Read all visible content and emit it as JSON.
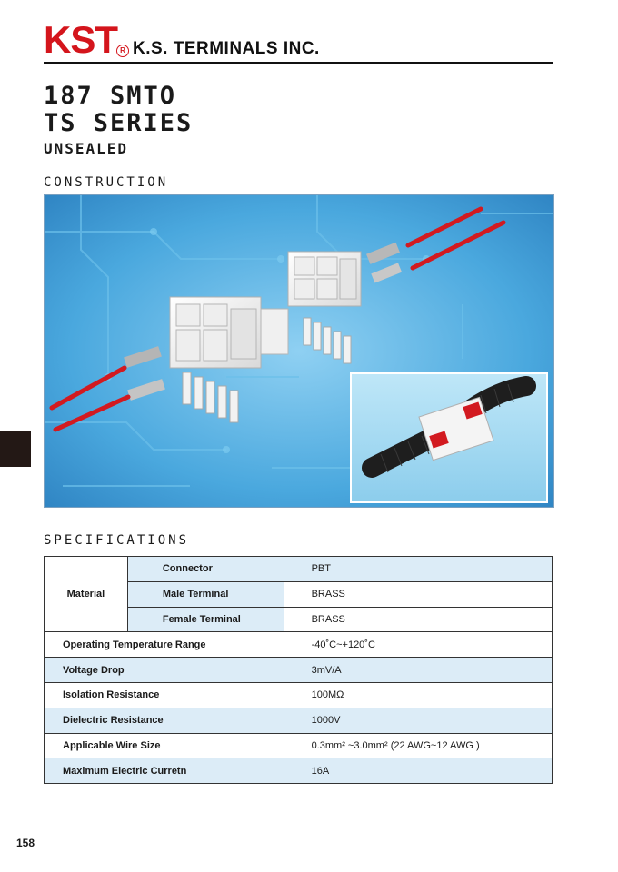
{
  "header": {
    "logo_text": "KST",
    "logo_registered": "R",
    "company": "K.S. TERMINALS INC."
  },
  "title": {
    "line1": "187 SMTO",
    "line2": "TS SERIES",
    "subtitle": "UNSEALED"
  },
  "sections": {
    "construction": "CONSTRUCTION",
    "specifications": "SPECIFICATIONS"
  },
  "colors": {
    "brand_red": "#d4151c",
    "table_shade": "#dcecf7",
    "photo_blue": "#3f9fd8"
  },
  "specs": {
    "material_label": "Material",
    "material_rows": [
      {
        "label": "Connector",
        "value": "PBT"
      },
      {
        "label": "Male Terminal",
        "value": "BRASS"
      },
      {
        "label": "Female Terminal",
        "value": "BRASS"
      }
    ],
    "rows": [
      {
        "label": "Operating Temperature Range",
        "value": "-40˚C~+120˚C"
      },
      {
        "label": "Voltage Drop",
        "value": "3mV/A"
      },
      {
        "label": "Isolation Resistance",
        "value": "100MΩ"
      },
      {
        "label": "Dielectric Resistance",
        "value": "1000V"
      },
      {
        "label": "Applicable Wire Size",
        "value": "0.3mm² ~3.0mm² (22 AWG~12 AWG )"
      },
      {
        "label": "Maximum Electric Curretn",
        "value": "16A"
      }
    ]
  },
  "page_number": "158"
}
